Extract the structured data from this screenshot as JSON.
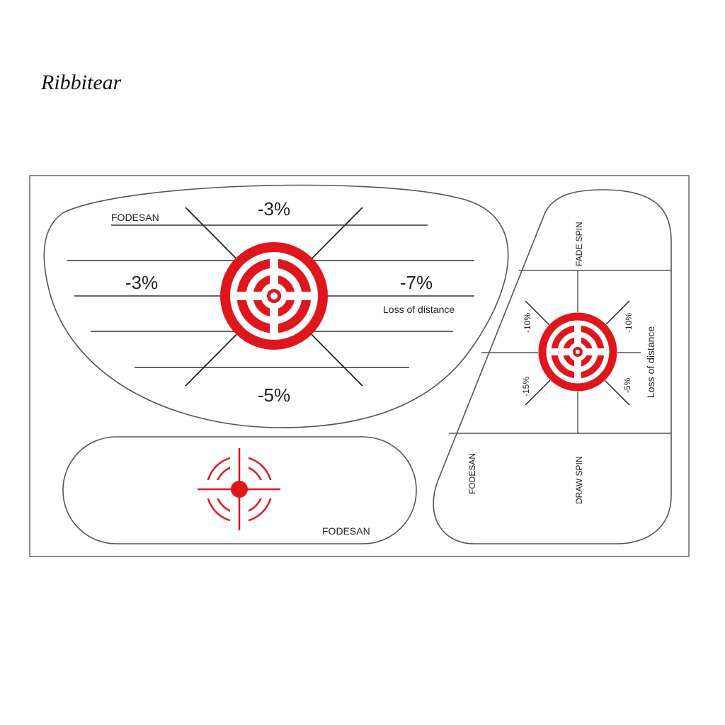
{
  "watermark": "Ribbitear",
  "colors": {
    "target_red": "#e0161d",
    "outline": "#555555",
    "line": "#333333"
  },
  "driver_sticker": {
    "brand": "FODESAN",
    "top_loss": "-3%",
    "left_loss": "-3%",
    "right_loss": "-7%",
    "bottom_loss": "-5%",
    "loss_label": "Loss of distance"
  },
  "putter_sticker": {
    "brand": "FODESAN"
  },
  "iron_sticker": {
    "brand": "FODESAN",
    "fade_label": "FADE SPIN",
    "draw_label": "DRAW SPIN",
    "loss_label": "Loss of distance",
    "top_left_loss": "-10%",
    "top_right_loss": "-10%",
    "bottom_left_loss": "-15%",
    "bottom_right_loss": "-5%"
  }
}
